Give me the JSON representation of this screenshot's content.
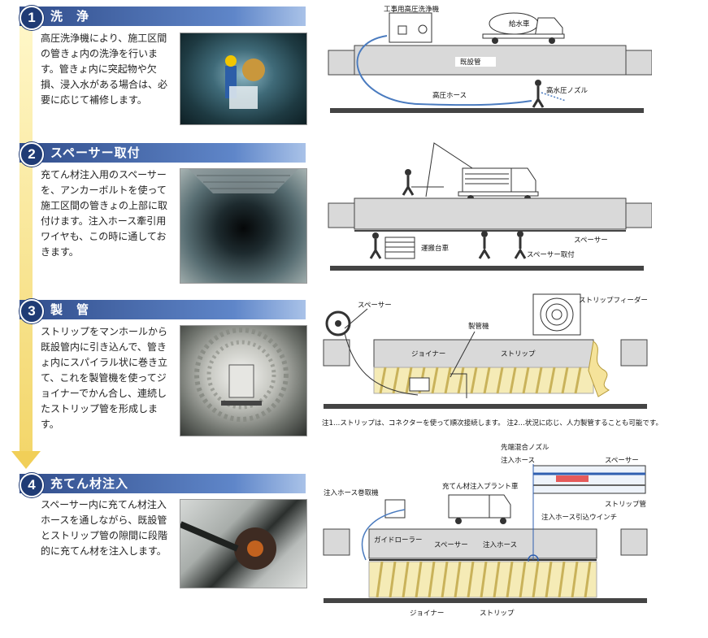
{
  "steps": [
    {
      "number": "1",
      "title": "洗　浄",
      "description": "高圧洗浄機により、施工区間の管きょ内の洗浄を行います。管きょ内に突起物や欠損、浸入水がある場合は、必要に応じて補修します。"
    },
    {
      "number": "2",
      "title": "スペーサー取付",
      "description": "充てん材注入用のスペーサーを、アンカーボルトを使って施工区間の管きょの上部に取付けます。注入ホース牽引用ワイヤも、この時に通しておきます。"
    },
    {
      "number": "3",
      "title": "製　管",
      "description": "ストリップをマンホールから既設管内に引き込んで、管きょ内にスパイラル状に巻き立て、これを製管機を使ってジョイナーでかん合し、連続したストリップ管を形成します。"
    },
    {
      "number": "4",
      "title": "充てん材注入",
      "description": "スペーサー内に充てん材注入ホースを通しながら、既設管とストリップ管の隙間に段階的に充てん材を注入します。"
    }
  ],
  "diagram1": {
    "washer": "工事用高圧洗浄機",
    "water_truck": "給水車",
    "existing_pipe": "既設管",
    "hose": "高圧ホース",
    "nozzle": "高水圧ノズル"
  },
  "diagram2": {
    "dolly": "運搬台車",
    "spacer": "スペーサー",
    "spacer_mount": "スペーサー取付"
  },
  "diagram3": {
    "spacer": "スペーサー",
    "strip_feeder": "ストリップフィーダー",
    "machine": "製管機",
    "joiner": "ジョイナー",
    "strip": "ストリップ"
  },
  "note3": "注1…ストリップは、コネクターを使って順次接続します。 注2…状況に応じ、人力製管することも可能です。",
  "diagram4": {
    "nozzle": "先端混合ノズル",
    "inject_hose": "注入ホース",
    "spacer": "スペーサー",
    "strip_pipe": "ストリップ管",
    "reel": "注入ホース巻取機",
    "plant": "充てん材注入プラント車",
    "winch": "注入ホース引込ウインチ",
    "roller": "ガイドローラー",
    "spacer2": "スペーサー",
    "inject_hose2": "注入ホース",
    "joiner": "ジョイナー",
    "strip": "ストリップ"
  }
}
